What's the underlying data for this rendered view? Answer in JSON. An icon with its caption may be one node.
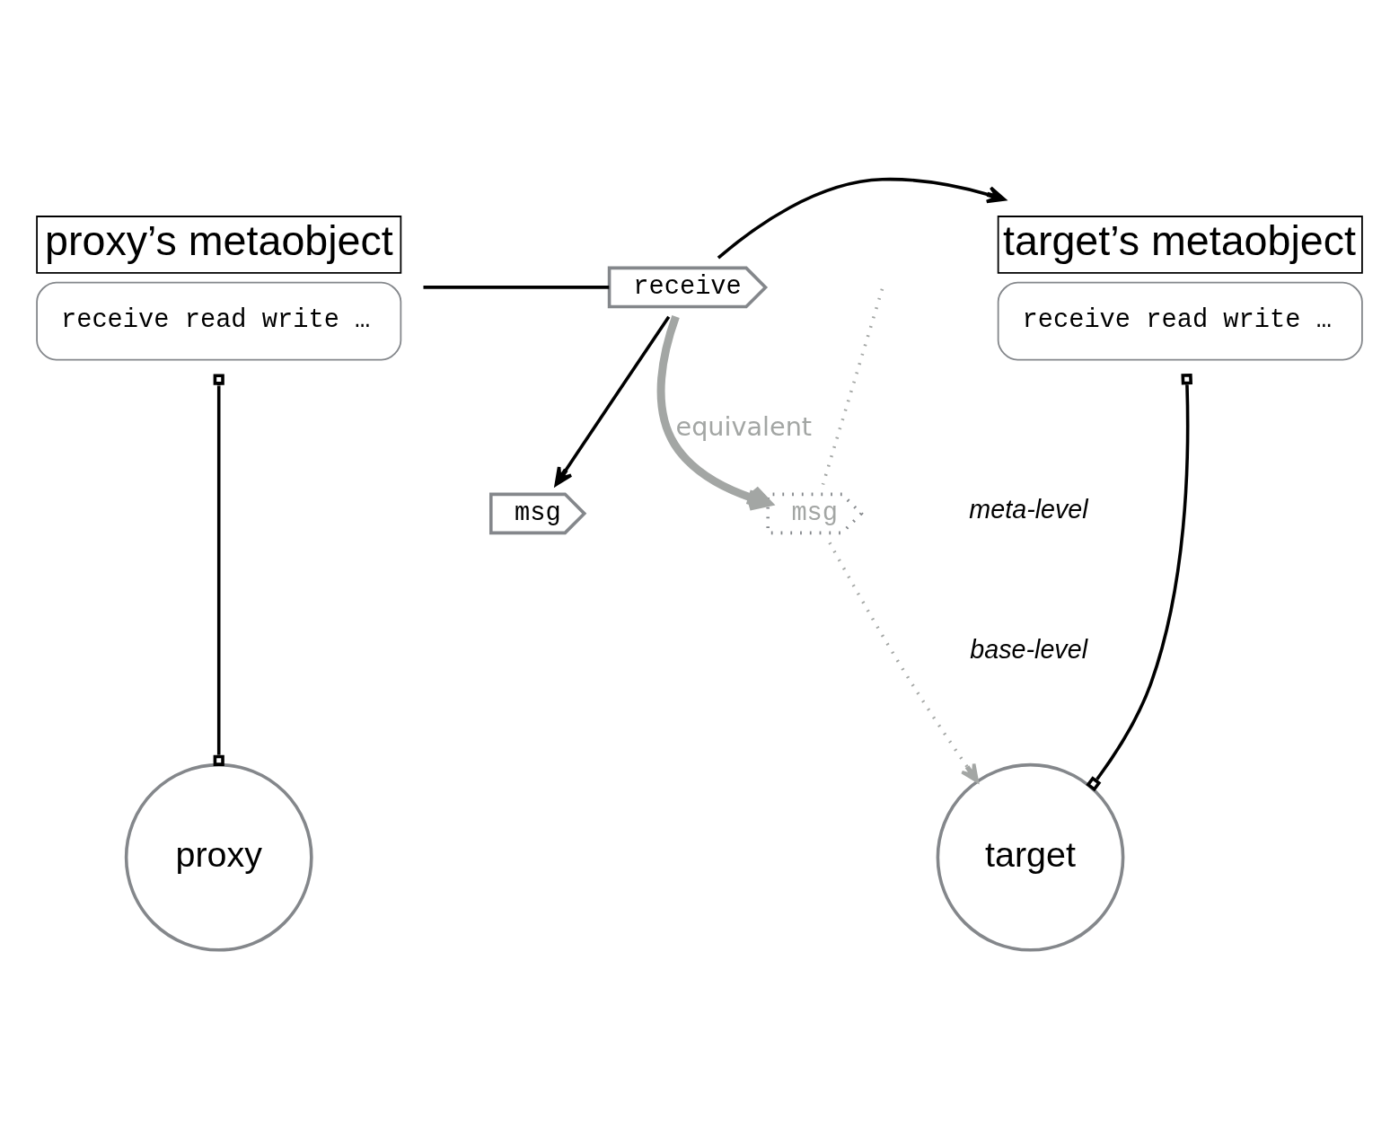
{
  "diagram": {
    "nodes": [
      {
        "text": [
          "proxy’s metaobject",
          "receive read write …"
        ]
      },
      {
        "text": [
          "receive"
        ]
      },
      {
        "text": [
          "msg"
        ]
      },
      {
        "text": [
          "target’s metaobject",
          "receive read write …"
        ]
      },
      {
        "text": [
          "proxy"
        ]
      },
      {
        "text": [
          "target"
        ]
      },
      {
        "text": [
          "msg"
        ]
      }
    ],
    "edges": [
      {
        "from": 0,
        "to": 1,
        "arrow": "none"
      },
      {
        "from": 1,
        "to": 3,
        "arrow": "to"
      },
      {
        "from": 1,
        "to": 2,
        "arrow": "to"
      },
      {
        "from": 1,
        "to": 6,
        "arrow": "to",
        "label": "equivalent",
        "style": "thick",
        "color": "#a3a6a4"
      },
      {
        "from": 0,
        "to": 4,
        "arrow": "other"
      },
      {
        "from": 3,
        "to": 5,
        "arrow": "other"
      },
      {
        "from": null,
        "to": 6,
        "arrow": "none",
        "style": "dashed",
        "color": "#a3a6a4"
      },
      {
        "from": 6,
        "to": 5,
        "arrow": "to",
        "style": "dashed",
        "color": "#a3a6a4"
      }
    ],
    "labels": [
      "meta-level",
      "base-level"
    ]
  }
}
